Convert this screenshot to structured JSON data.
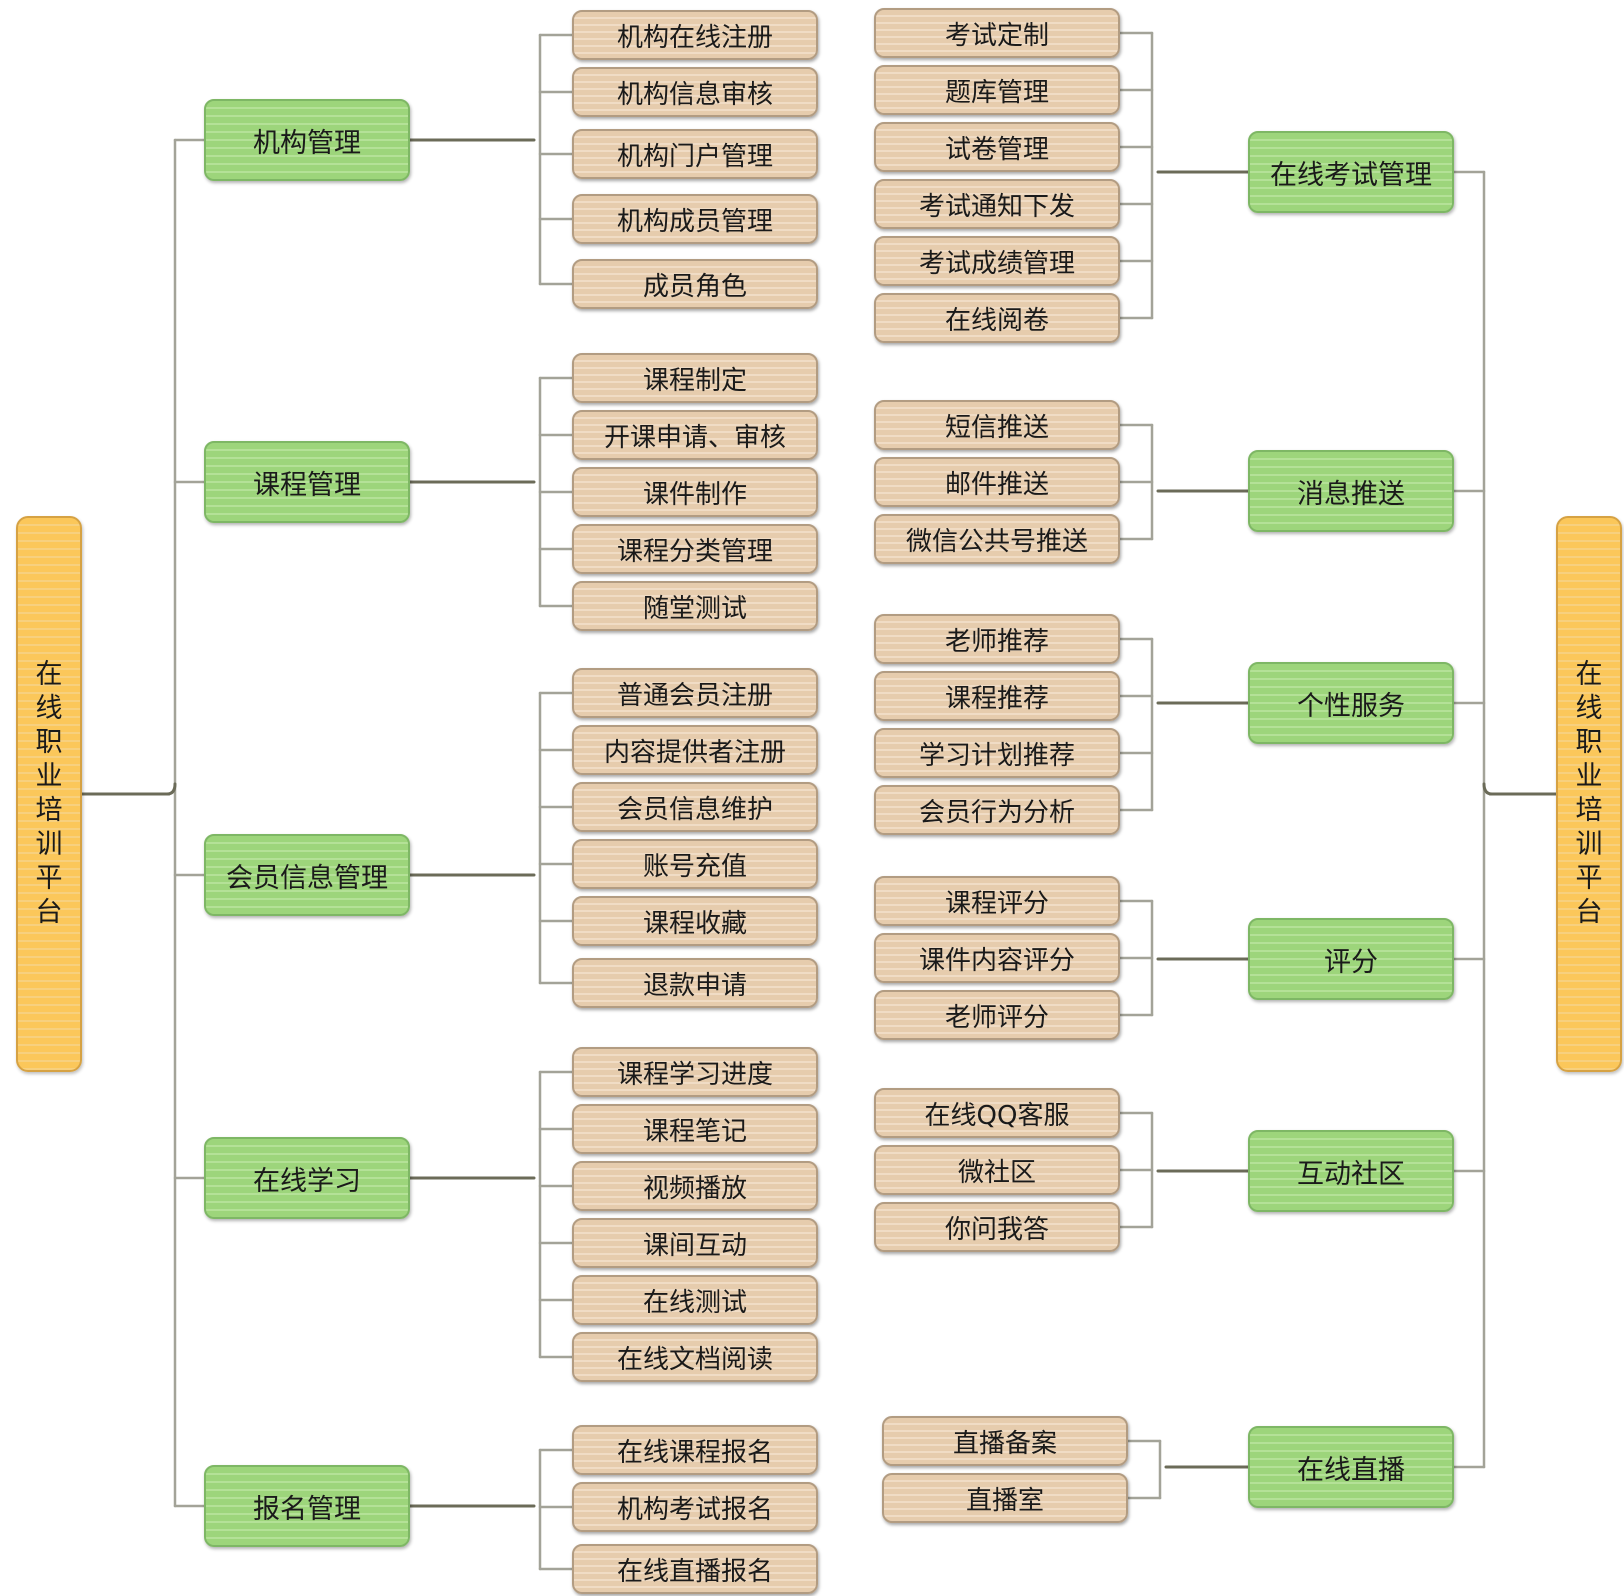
{
  "root_left": {
    "label": "在线职业培训平台"
  },
  "root_right": {
    "label": "在线职业培训平台"
  },
  "left_branches": [
    {
      "label": "机构管理",
      "children": [
        "机构在线注册",
        "机构信息审核",
        "机构门户管理",
        "机构成员管理",
        "成员角色"
      ]
    },
    {
      "label": "课程管理",
      "children": [
        "课程制定",
        "开课申请、审核",
        "课件制作",
        "课程分类管理",
        "随堂测试"
      ]
    },
    {
      "label": "会员信息管理",
      "children": [
        "普通会员注册",
        "内容提供者注册",
        "会员信息维护",
        "账号充值",
        "课程收藏",
        "退款申请"
      ]
    },
    {
      "label": "在线学习",
      "children": [
        "课程学习进度",
        "课程笔记",
        "视频播放",
        "课间互动",
        "在线测试",
        "在线文档阅读"
      ]
    },
    {
      "label": "报名管理",
      "children": [
        "在线课程报名",
        "机构考试报名",
        "在线直播报名"
      ]
    }
  ],
  "right_branches": [
    {
      "label": "在线考试管理",
      "children": [
        "考试定制",
        "题库管理",
        "试卷管理",
        "考试通知下发",
        "考试成绩管理",
        "在线阅卷"
      ]
    },
    {
      "label": "消息推送",
      "children": [
        "短信推送",
        "邮件推送",
        "微信公共号推送"
      ]
    },
    {
      "label": "个性服务",
      "children": [
        "老师推荐",
        "课程推荐",
        "学习计划推荐",
        "会员行为分析"
      ]
    },
    {
      "label": "评分",
      "children": [
        "课程评分",
        "课件内容评分",
        "老师评分"
      ]
    },
    {
      "label": "互动社区",
      "children": [
        "在线QQ客服",
        "微社区",
        "你问我答"
      ]
    },
    {
      "label": "在线直播",
      "children": [
        "直播备案",
        "直播室"
      ]
    }
  ],
  "colors": {
    "root_fill": "#fbc75a",
    "branch_fill": "#9dd57b",
    "leaf_fill": "#e6ccad",
    "line_dark": "#6b6b58",
    "line_light": "#a3a398"
  }
}
